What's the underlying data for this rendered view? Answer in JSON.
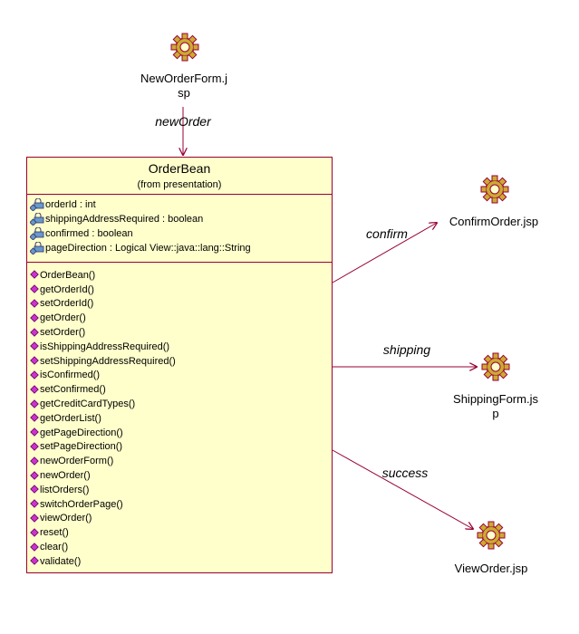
{
  "class": {
    "name": "OrderBean",
    "from": "(from presentation)",
    "attributes": [
      "orderId : int",
      "shippingAddressRequired : boolean",
      "confirmed : boolean",
      "pageDirection : Logical View::java::lang::String"
    ],
    "operations": [
      "OrderBean()",
      "getOrderId()",
      "setOrderId()",
      "getOrder()",
      "setOrder()",
      "isShippingAddressRequired()",
      "setShippingAddressRequired()",
      "isConfirmed()",
      "setConfirmed()",
      "getCreditCardTypes()",
      "getOrderList()",
      "getPageDirection()",
      "setPageDirection()",
      "newOrderForm()",
      "newOrder()",
      "listOrders()",
      "switchOrderPage()",
      "viewOrder()",
      "reset()",
      "clear()",
      "validate()"
    ]
  },
  "nodes": {
    "new_order_form": {
      "line1": "NewOrderForm.j",
      "line2": "sp"
    },
    "confirm_order": {
      "label": "ConfirmOrder.jsp"
    },
    "shipping_form": {
      "line1": "ShippingForm.js",
      "line2": "p"
    },
    "view_order": {
      "label": "ViewOrder.jsp"
    }
  },
  "edges": {
    "new_order": "newOrder",
    "confirm": "confirm",
    "shipping": "shipping",
    "success": "success"
  },
  "colors": {
    "line": "#990033",
    "class_fill": "#ffffcc",
    "gear_fill": "#ccaa33",
    "gear_dark": "#990033",
    "attr_icon": "#6699cc",
    "op_icon": "#cc33cc"
  }
}
